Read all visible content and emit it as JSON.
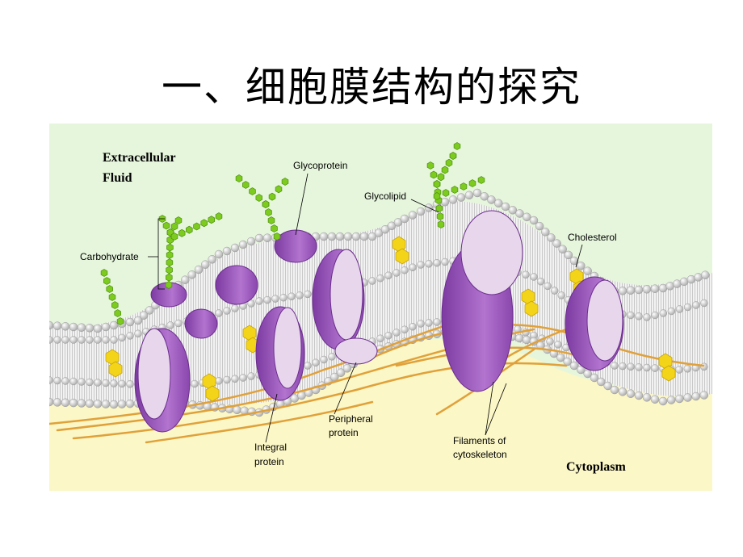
{
  "slide": {
    "title": "一、细胞膜结构的探究"
  },
  "diagram": {
    "regions": {
      "extracellular_line1": "Extracellular",
      "extracellular_line2": "Fluid",
      "cytoplasm": "Cytoplasm"
    },
    "labels": {
      "glycoprotein": "Glycoprotein",
      "glycolipid": "Glycolipid",
      "carbohydrate": "Carbohydrate",
      "cholesterol": "Cholesterol",
      "peripheral_line1": "Peripheral",
      "peripheral_line2": "protein",
      "integral_line1": "Integral",
      "integral_line2": "protein",
      "filaments_line1": "Filaments of",
      "filaments_line2": "cytoskeleton"
    },
    "colors": {
      "extracellular_bg": "#e6f6dc",
      "cytoplasm_bg": "#fbf7c6",
      "lipid_head": "#dcdcdc",
      "protein": "#a45bc4",
      "protein_light": "#e8d6ec",
      "carbohydrate_chain": "#7ccb1e",
      "cholesterol": "#f4d419",
      "filament": "#e0a13a"
    }
  }
}
